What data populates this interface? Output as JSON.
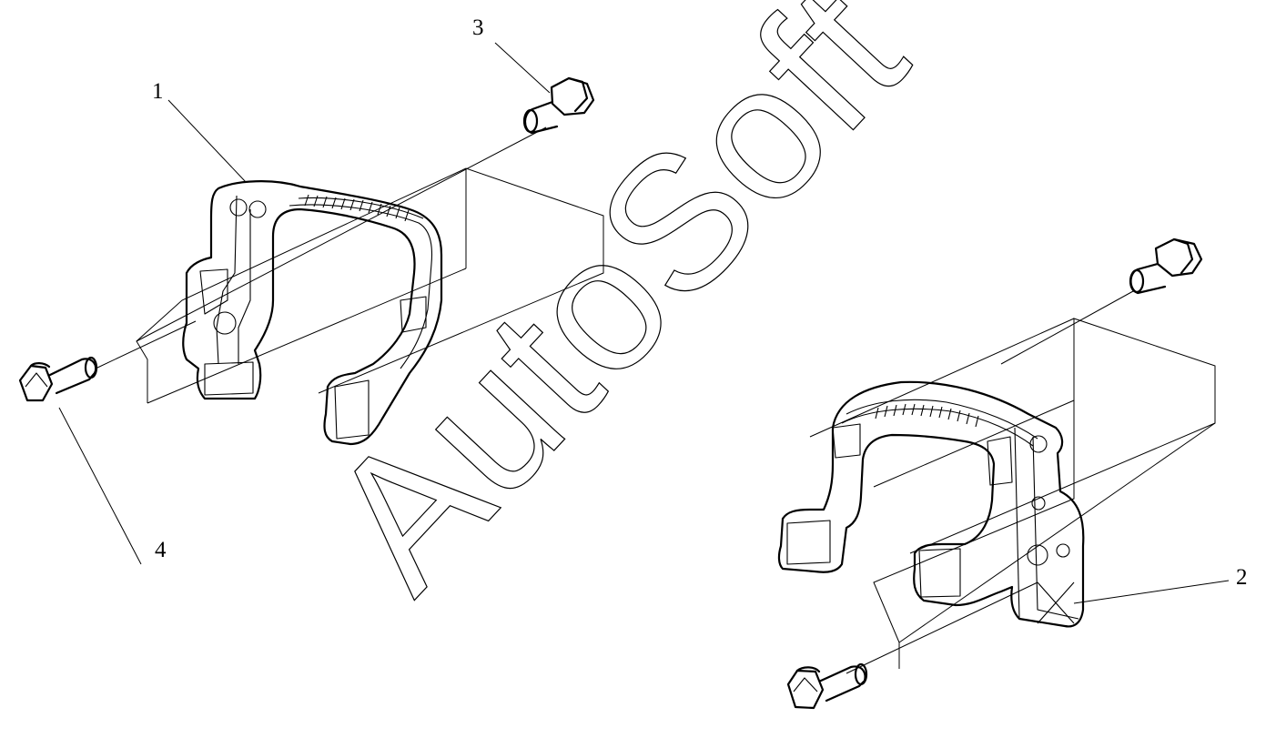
{
  "watermark": "AutoSoft",
  "callouts": [
    {
      "id": "1",
      "label": "1"
    },
    {
      "id": "2",
      "label": "2"
    },
    {
      "id": "3",
      "label": "3"
    },
    {
      "id": "4",
      "label": "4"
    }
  ],
  "colors": {
    "line": "#000000",
    "background": "#ffffff"
  }
}
